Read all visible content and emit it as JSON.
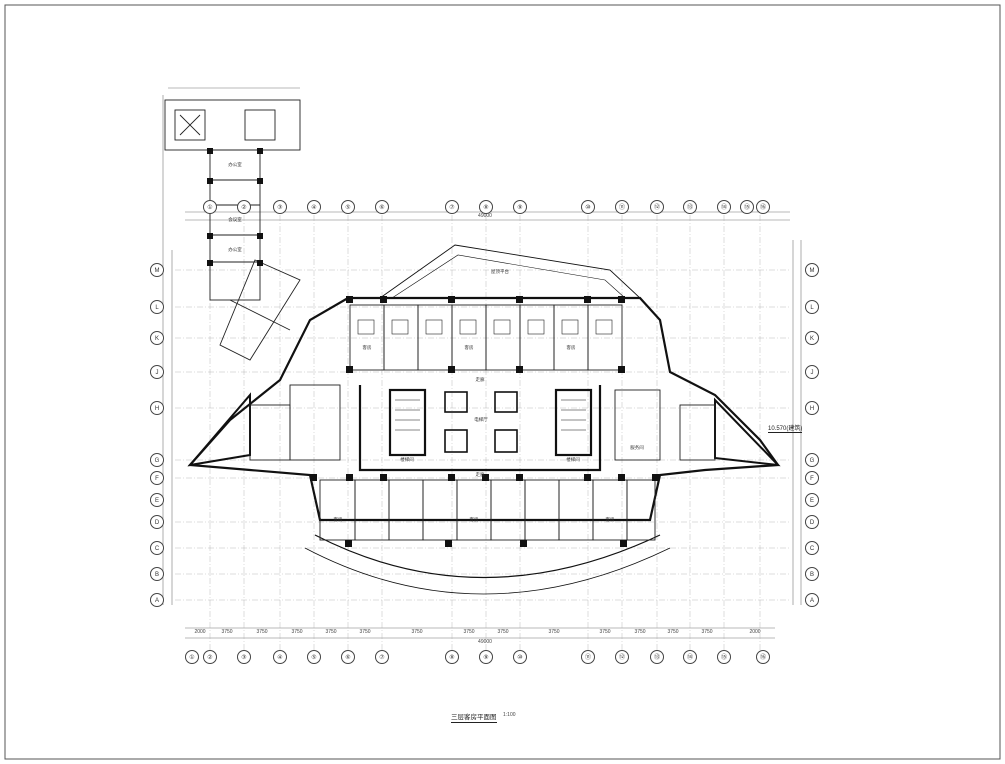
{
  "drawing": {
    "title": "三层客房平面图",
    "scale": "1:100",
    "level_mark": "10.570(建筑)"
  },
  "axes": {
    "top": [
      "①",
      "②",
      "③",
      "④",
      "⑤",
      "⑥",
      "⑦",
      "⑧",
      "⑨",
      "⑩",
      "⑪",
      "⑫",
      "⑬",
      "⑭",
      "⑮",
      "⑯"
    ],
    "bottom": [
      "①",
      "②",
      "③",
      "④",
      "⑤",
      "⑥",
      "⑦",
      "⑧",
      "⑨",
      "⑩",
      "⑪",
      "⑫",
      "⑬",
      "⑭",
      "⑮",
      "⑯"
    ],
    "left": [
      "M",
      "L",
      "K",
      "J",
      "H",
      "G",
      "F",
      "E",
      "D",
      "C",
      "B",
      "A"
    ],
    "right": [
      "M",
      "L",
      "K",
      "J",
      "H",
      "G",
      "F",
      "E",
      "D",
      "C",
      "B",
      "A"
    ]
  },
  "dimensions": {
    "bottom": [
      "2000",
      "3750",
      "3750",
      "3750",
      "3750",
      "3750",
      "3750",
      "3750",
      "3750",
      "3750",
      "3750",
      "3750",
      "3750",
      "3750",
      "2000"
    ],
    "top_overall": "49000",
    "bottom_overall": "49000"
  },
  "rooms": {
    "corridor": "走廊",
    "elevator_hall": "电梯厅",
    "stair": "楼梯间",
    "guest_room": "客房",
    "service": "服务间",
    "office": "办公室",
    "meeting": "会议室",
    "roof": "屋顶平台"
  }
}
